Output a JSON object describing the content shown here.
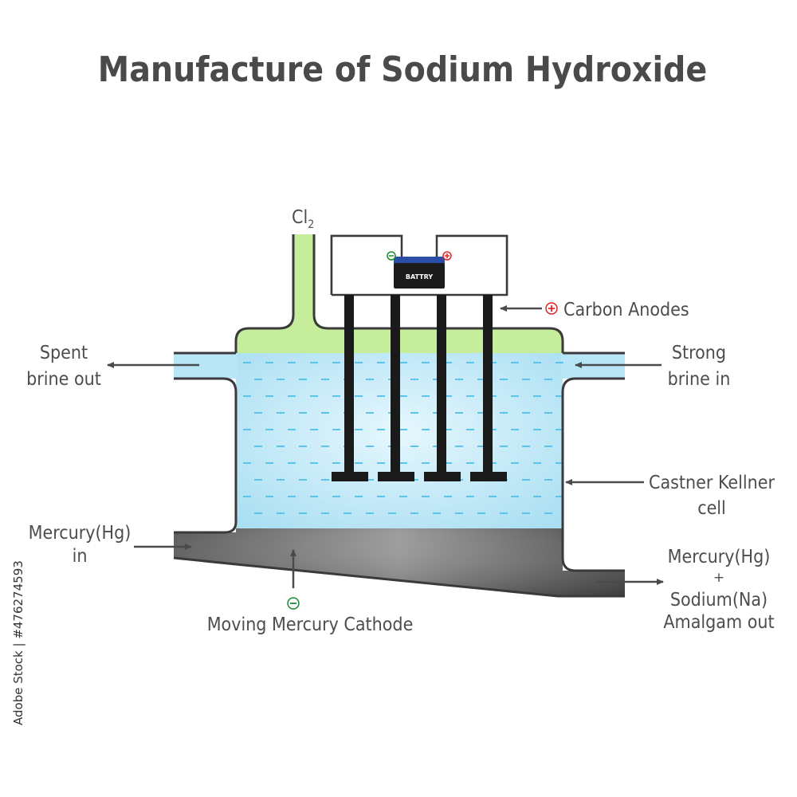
{
  "title": "Manufacture of Sodium Hydroxide",
  "labels": {
    "cl2": "Cl",
    "cl2_sub": "2",
    "battery": "BATTRY",
    "carbon_anodes": "Carbon Anodes",
    "spent_brine_1": "Spent",
    "spent_brine_2": "brine out",
    "strong_brine_1": "Strong",
    "strong_brine_2": "brine in",
    "castner_1": "Castner Kellner",
    "castner_2": "cell",
    "mercury_in_1": "Mercury(Hg)",
    "mercury_in_2": "in",
    "mercury_out_1": "Mercury(Hg)",
    "mercury_out_2": "+",
    "mercury_out_3": "Sodium(Na)",
    "mercury_out_4": "Amalgam out",
    "cathode": "Moving Mercury Cathode"
  },
  "signs": {
    "positive": "+",
    "negative": "−"
  },
  "colors": {
    "gas": "#c6ed9b",
    "brine": "#b9e6f6",
    "brine_dash": "#5cc3ea",
    "mercury": "#7a7a7a",
    "outline": "#3a3a3a",
    "anode": "#1a1a1a",
    "positive": "#e8262a",
    "negative": "#1e8c2e"
  },
  "side_text": "Adobe Stock | #476274593"
}
